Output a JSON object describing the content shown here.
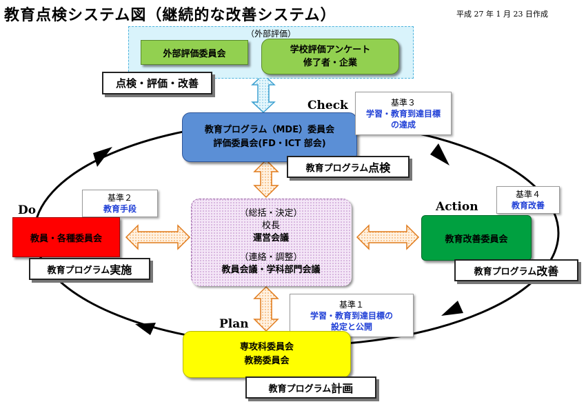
{
  "title": "教育点検システム図（継続的な改善システム）",
  "date": "平成 27 年 1 月 23 日作成",
  "external": {
    "header": "（外部評価）",
    "box1": "外部評価委員会",
    "box2_line1": "学校評価アンケート",
    "box2_line2": "修了者・企業",
    "label": "点検・評価・改善"
  },
  "phases": {
    "check": "Check",
    "do": "Do",
    "action": "Action",
    "plan": "Plan"
  },
  "nodes": {
    "check": {
      "line1": "教育プログラム（MDE）委員会",
      "line2": "評価委員会(FD・ICT 部会)",
      "label_prefix": "教育プログラム",
      "label_strong": "点検"
    },
    "do": {
      "line1": "教員・各種委員会",
      "label_prefix": "教育プログラム",
      "label_strong": "実施"
    },
    "action": {
      "line1": "教育改善委員会",
      "label_prefix": "教育プログラム",
      "label_strong": "改善"
    },
    "plan": {
      "line1": "専攻科委員会",
      "line2": "教務委員会",
      "label_prefix": "教育プログラム",
      "label_strong": "計画"
    },
    "center": {
      "line1": "（総括・決定）",
      "line2": "校長",
      "line3": "運営会議",
      "line4": "（連絡・調整）",
      "line5": "教員会議・学科部門会議"
    }
  },
  "standards": {
    "s3": {
      "head": "基準３",
      "line1": "学習・教育到達目標",
      "line2": "の達成"
    },
    "s2": {
      "head": "基準２",
      "line1": "教育手段"
    },
    "s4": {
      "head": "基準４",
      "line1": "教育改善"
    },
    "s1": {
      "head": "基準１",
      "line1": "学習・教育到達目標の",
      "line2": "設定と公開"
    }
  },
  "colors": {
    "external_bg": "#d9f3fb",
    "green_box": "#92d050",
    "check_blue": "#5b8fd6",
    "do_red": "#ff0000",
    "action_green": "#00a040",
    "plan_yellow": "#ffff00",
    "center_purple": "#ead2f0",
    "orange_arrow": "#f08a24",
    "blue_text": "#1f3fd6"
  }
}
